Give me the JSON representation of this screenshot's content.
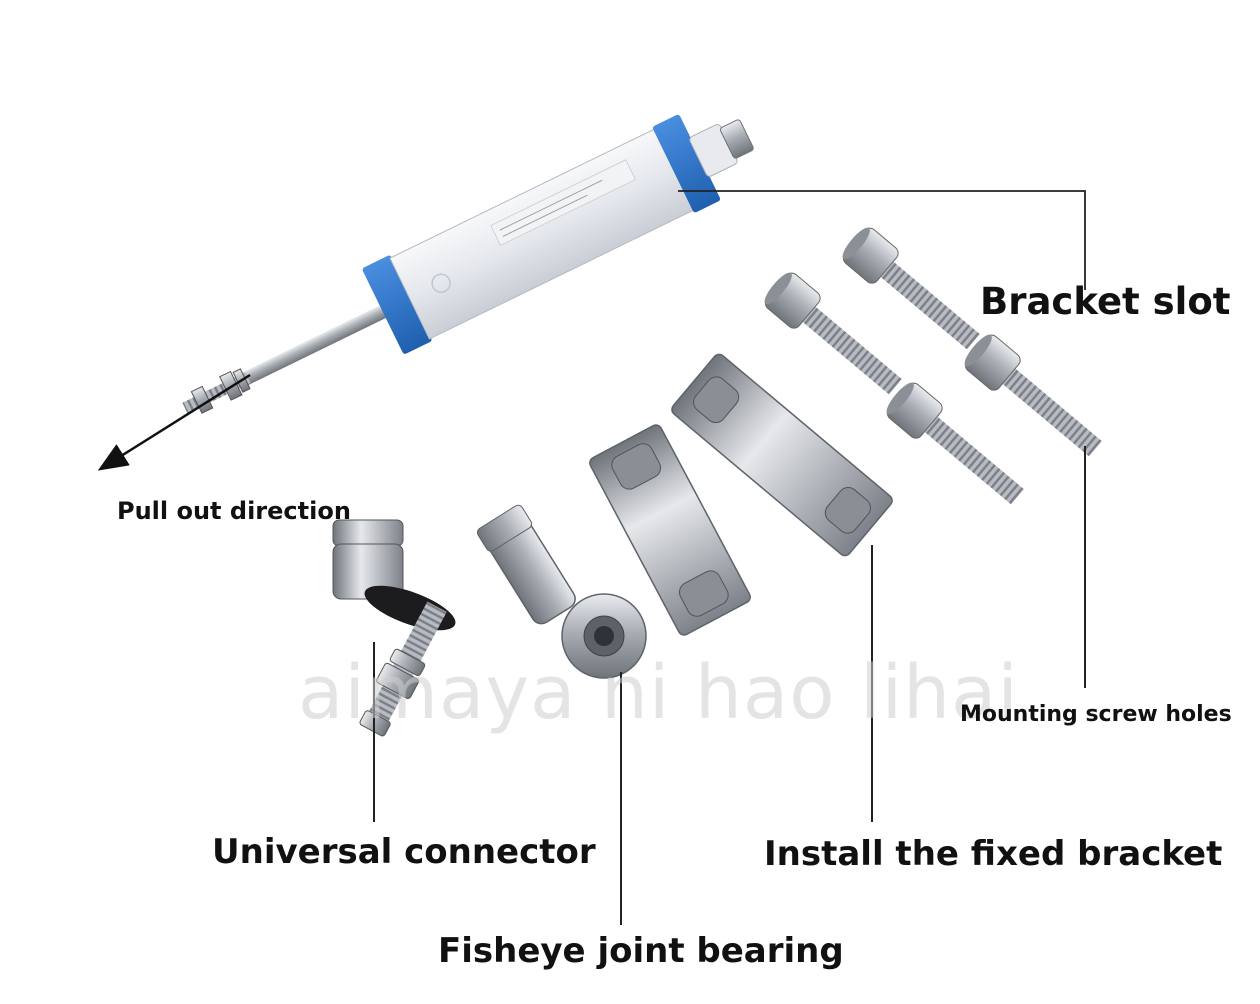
{
  "labels": {
    "bracket_slot": "Bracket slot",
    "pull_out_direction": "Pull out direction",
    "mounting_screw_holes": "Mounting screw holes",
    "universal_connector": "Universal connector",
    "install_fixed_bracket": "Install the fixed bracket",
    "fisheye_joint_bearing": "Fisheye joint bearing"
  },
  "watermark": "aimaya ni hao lihai",
  "colors": {
    "sensor_blue": "#2f74c8",
    "body_silver": "#e6e9ee",
    "steel": "#b9bdc4",
    "leader_line": "#222222",
    "label_text": "#111111"
  }
}
